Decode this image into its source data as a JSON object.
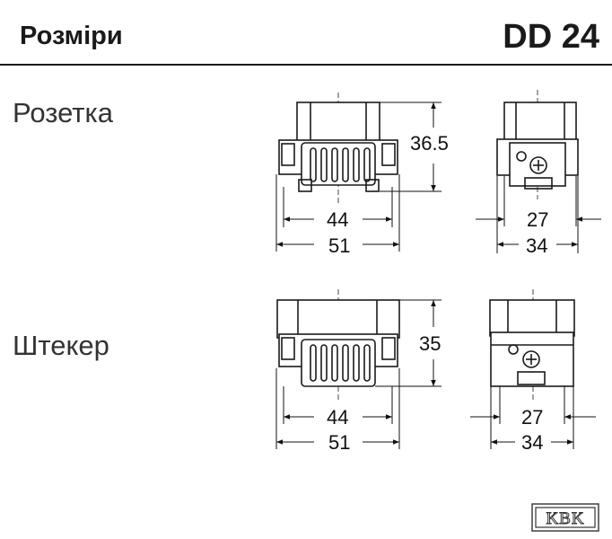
{
  "header": {
    "title": "Розміри",
    "model": "DD 24"
  },
  "rows": [
    {
      "label": "Розетка"
    },
    {
      "label": "Штекер"
    }
  ],
  "dimensions": {
    "socket": {
      "height": "36.5",
      "inner_width": "44",
      "outer_width": "51",
      "side_inner": "27",
      "side_outer": "34"
    },
    "plug": {
      "height": "35",
      "inner_width": "44",
      "outer_width": "51",
      "side_inner": "27",
      "side_outer": "34"
    }
  },
  "logo": {
    "text": "KBK"
  }
}
